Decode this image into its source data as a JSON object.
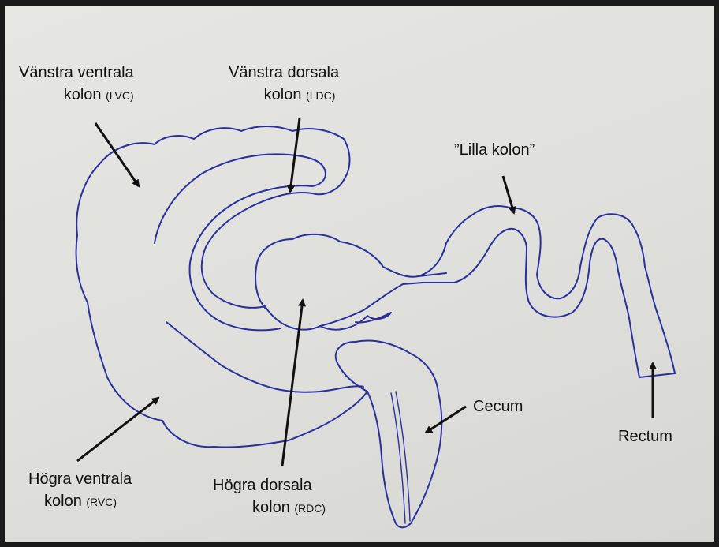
{
  "labels": {
    "lvc": {
      "name": "Vänstra ventrala",
      "word": "kolon",
      "abbr": "(LVC)"
    },
    "ldc": {
      "name": "Vänstra dorsala",
      "word": "kolon",
      "abbr": "(LDC)"
    },
    "small_colon": "”Lilla kolon”",
    "rdc": {
      "name": "Högra dorsala",
      "word": "kolon",
      "abbr": "(RDC)"
    },
    "rvc": {
      "name": "Högra ventrala",
      "word": "kolon",
      "abbr": "(RVC)"
    },
    "cecum": "Cecum",
    "rectum": "Rectum"
  },
  "colors": {
    "ink": "#2b2f9e",
    "pointer": "#111111"
  }
}
